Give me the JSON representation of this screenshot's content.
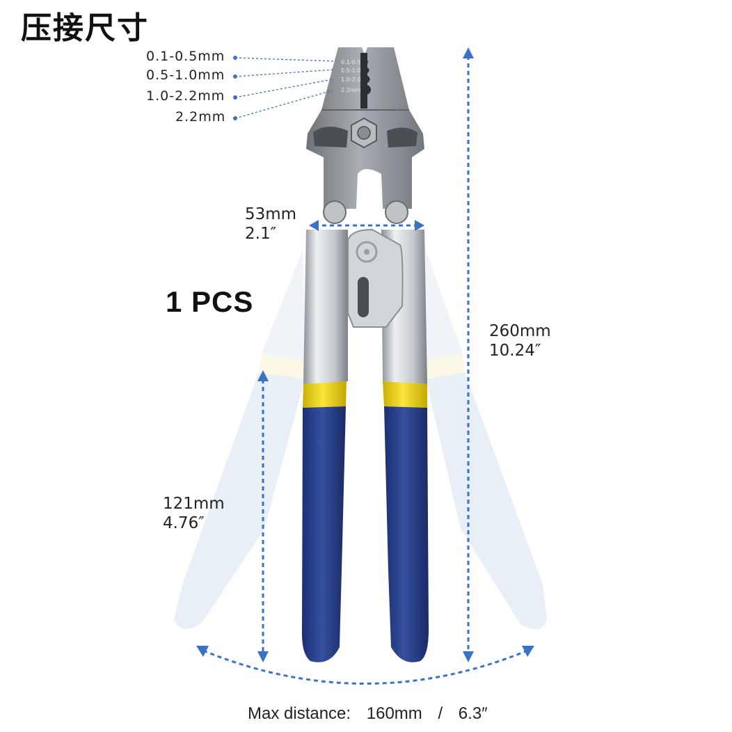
{
  "title": "压接尺寸",
  "crimp_sizes": [
    "0.1-0.5mm",
    "0.5-1.0mm",
    "1.0-2.2mm",
    "2.2mm"
  ],
  "jaw_labels": [
    "0.1-0.5",
    "0.5-1.0",
    "1.0-2.0",
    "2.2mm"
  ],
  "jaw_width": {
    "mm": "53mm",
    "inch": "2.1″"
  },
  "total_length": {
    "mm": "260mm",
    "inch": "10.24″"
  },
  "handle_length": {
    "mm": "121mm",
    "inch": "4.76″"
  },
  "quantity": "1 PCS",
  "max_distance": {
    "label": "Max distance:",
    "mm": "160mm",
    "sep": "/",
    "inch": "6.3″"
  },
  "colors": {
    "accent_arrow": "#3a72c4",
    "handle_grip": "#233a8a",
    "handle_band": "#f0d40a",
    "steel": "#8f949a"
  }
}
